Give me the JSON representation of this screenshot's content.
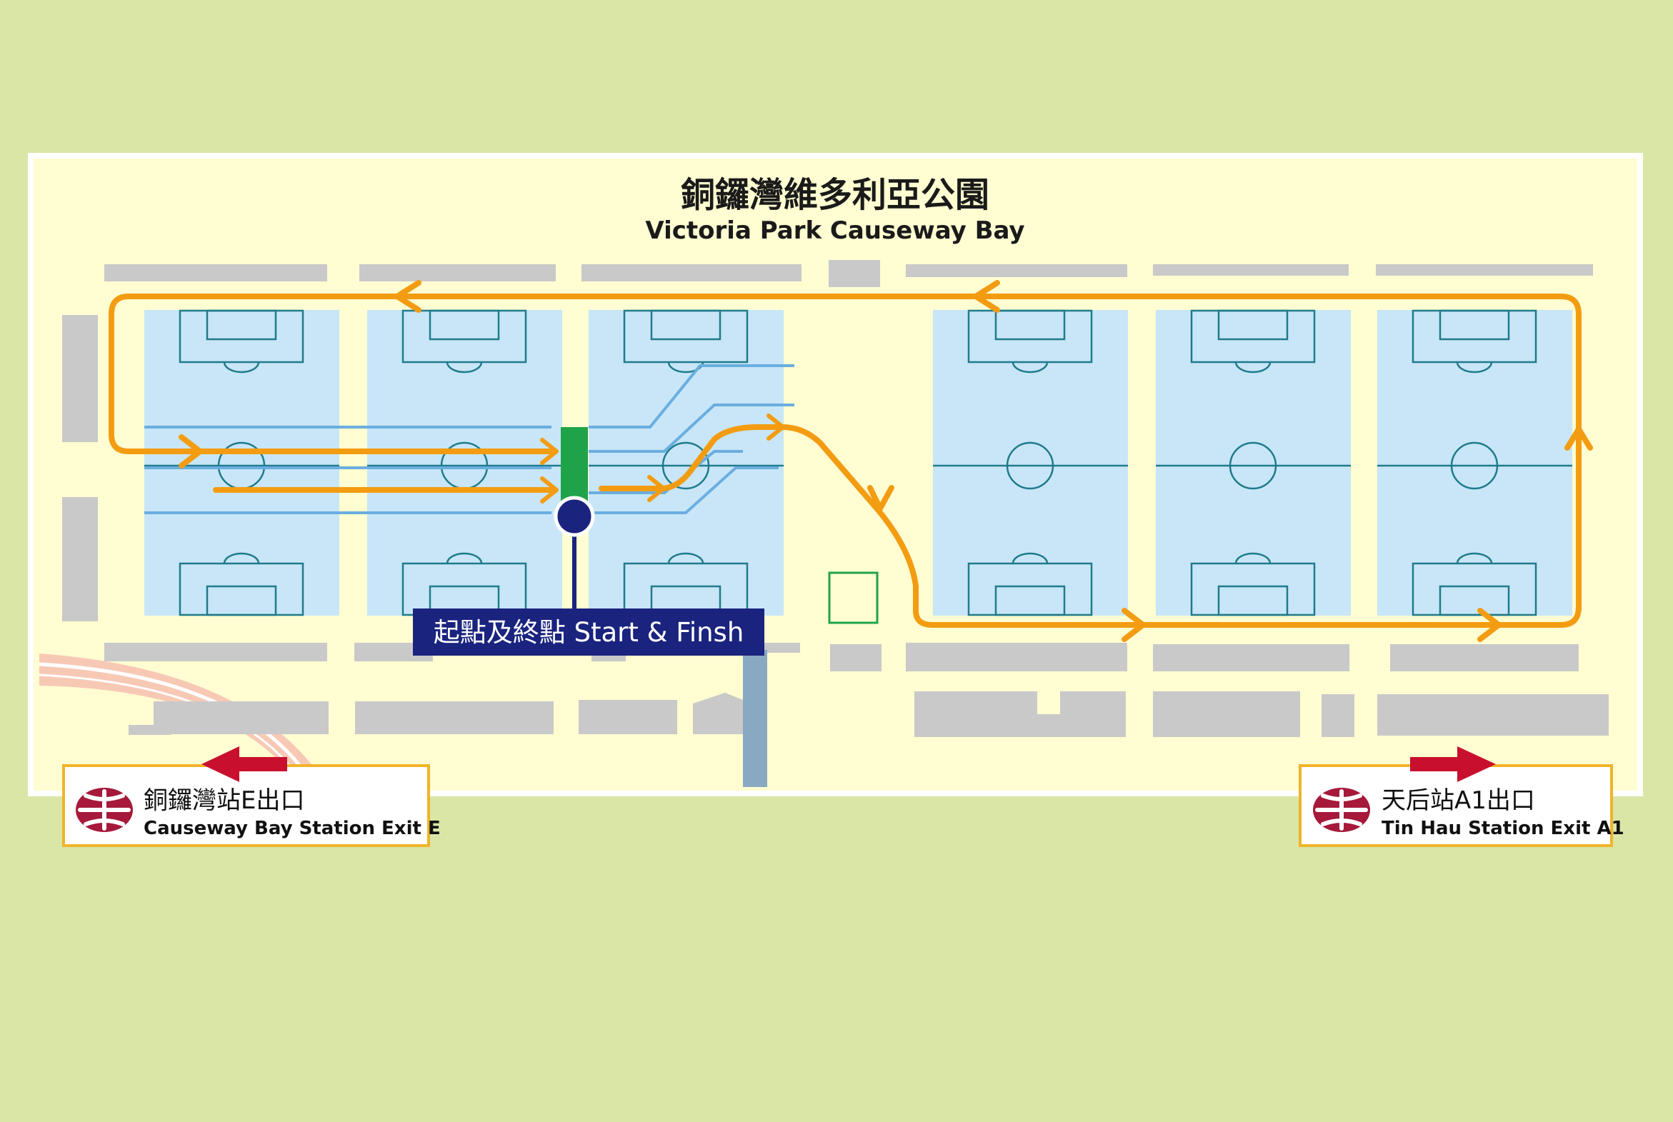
{
  "map": {
    "title_zh": "銅鑼灣維多利亞公園",
    "title_en": "Victoria Park Causeway Bay",
    "start_label": "起點及終點 Start & Finsh"
  },
  "exits": {
    "left": {
      "zh": "銅鑼灣站E出口",
      "en": "Causeway Bay Station Exit E",
      "direction": "left"
    },
    "right": {
      "zh": "天后站A1出口",
      "en": "Tin Hau Station Exit A1",
      "direction": "right"
    }
  },
  "colors": {
    "background": "#d9e6a6",
    "park": "#fffdd1",
    "pitch": "#c8e6f7",
    "pitch_lines": "#1f7b8c",
    "route": "#f39c12",
    "feeder_lines": "#6aaee0",
    "buildings": "#c9c9c9",
    "start_marker": "#1a237e",
    "start_gate": "#1fa34a",
    "exit_arrow": "#c8102e",
    "mtr_logo": "#a6193a",
    "exit_border": "#f0b429"
  },
  "icons": {
    "mtr_logo": "mtr-logo-icon",
    "exit_arrow": "arrow-icon",
    "start_marker": "start-marker-icon"
  }
}
